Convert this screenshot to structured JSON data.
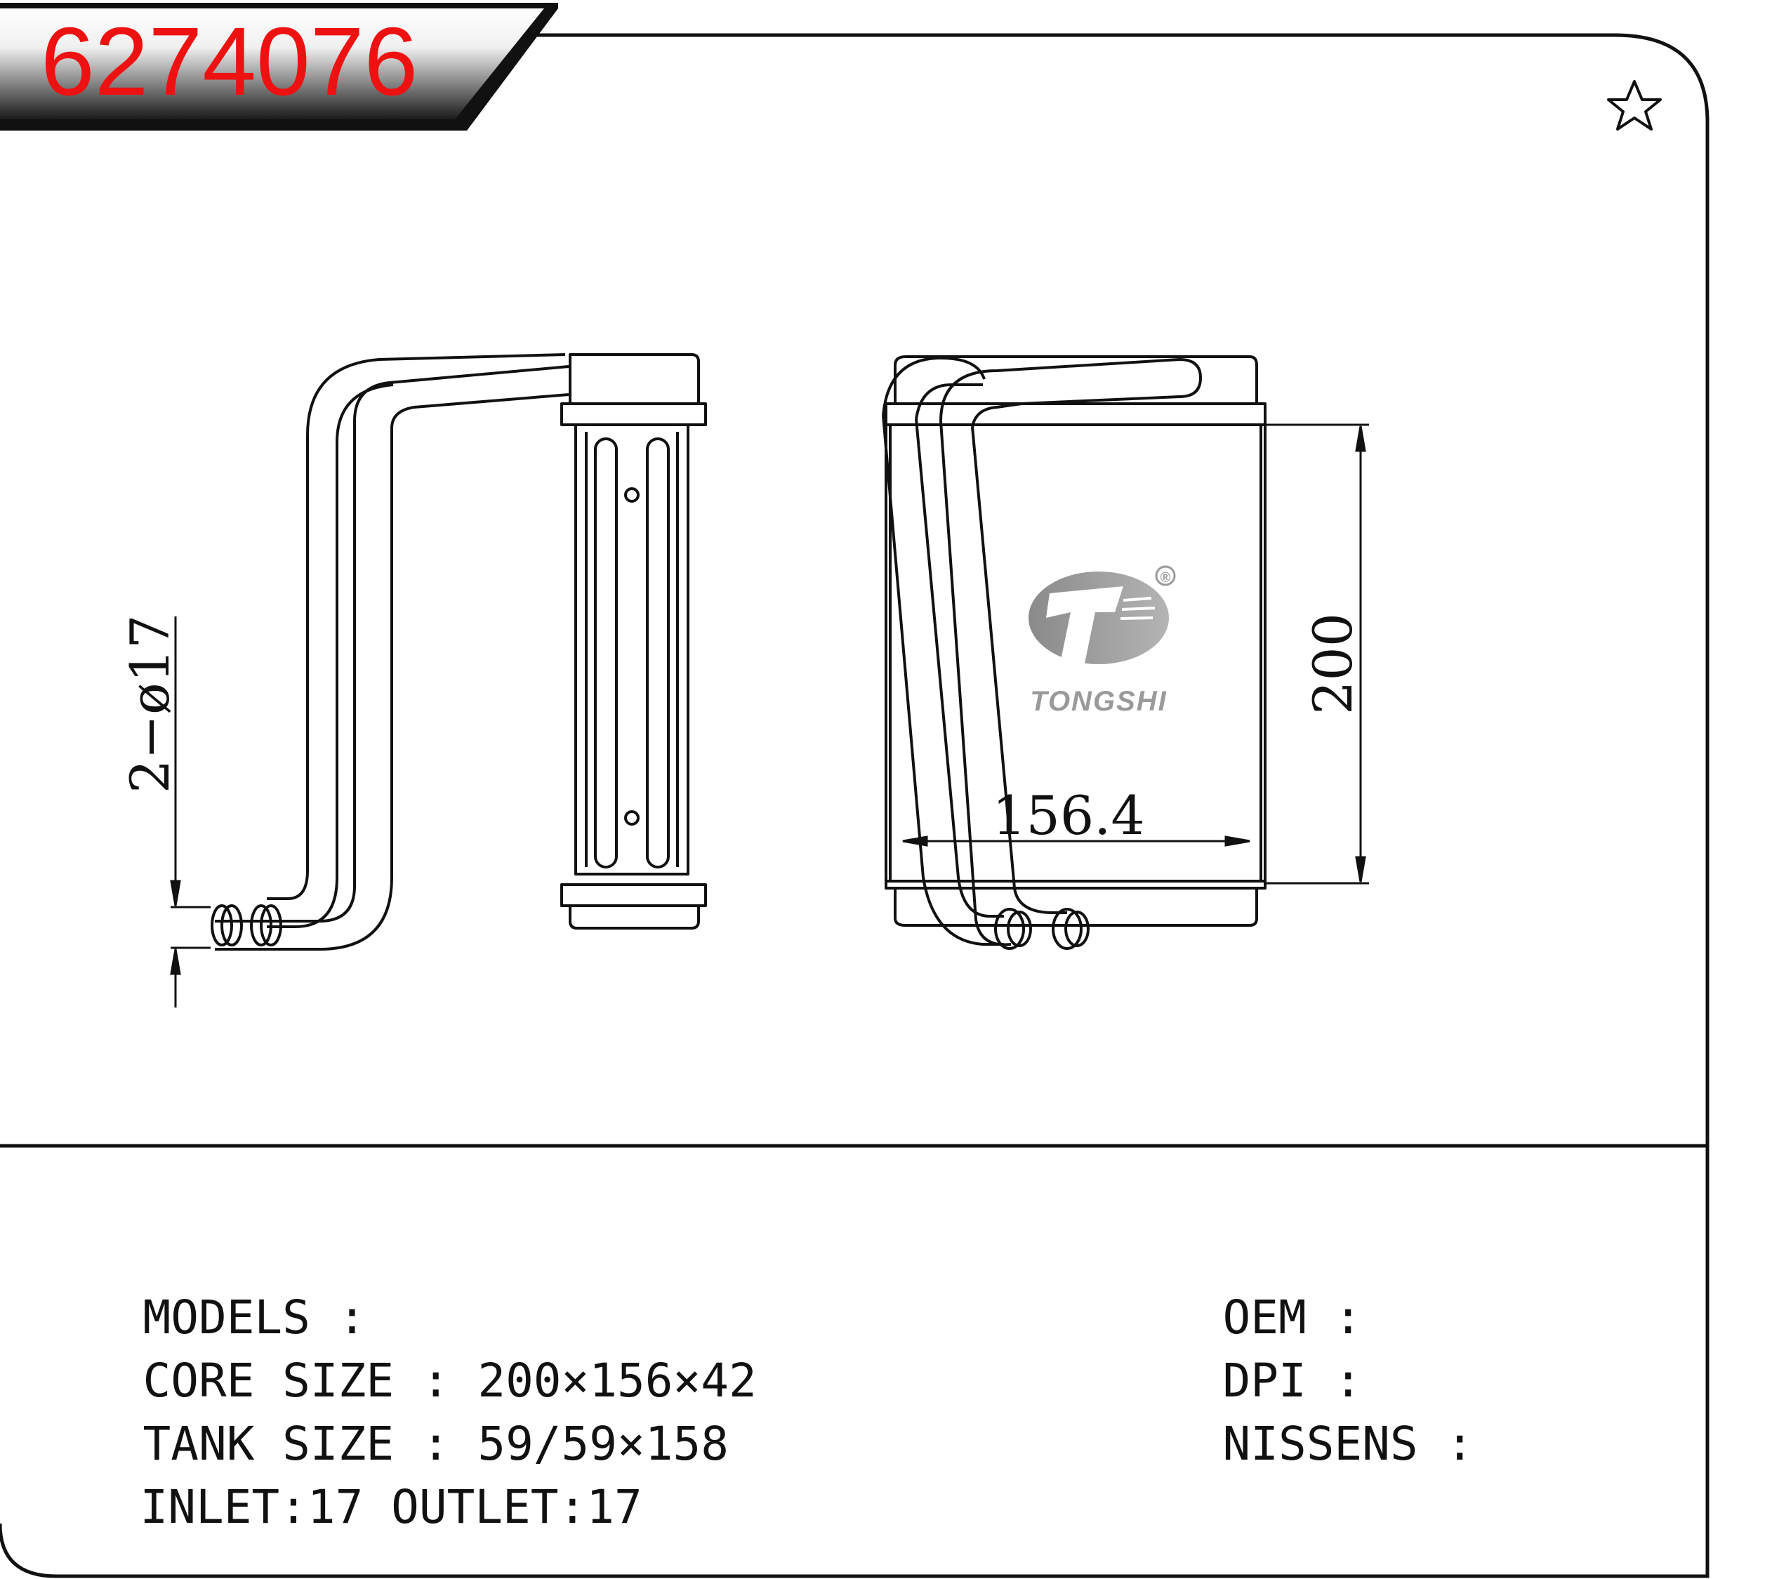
{
  "part_number": "6274076",
  "colors": {
    "part_number": "#ee1111",
    "banner_dark": "#1a1a1a",
    "banner_light": "#ffffff",
    "line": "#111111",
    "logo": "#9a9a9a"
  },
  "icons": {
    "favorite": "star-outline-icon"
  },
  "brand": {
    "name": "TONGSHI",
    "registered": "®"
  },
  "dimensions": {
    "pipe": "2−ø17",
    "width": "156.4",
    "height": "200"
  },
  "specs": {
    "models": {
      "label": "MODELS :",
      "value": ""
    },
    "core_size": {
      "label": "CORE SIZE :",
      "value": "200×156×42"
    },
    "tank_size": {
      "label": "TANK SIZE :",
      "value": "59/59×158"
    },
    "inlet_outlet": {
      "label": "INLET:17 OUTLET:17",
      "value": ""
    },
    "oem": {
      "label": "OEM :",
      "value": ""
    },
    "dpi": {
      "label": "DPI :",
      "value": ""
    },
    "nissens": {
      "label": "NISSENS :",
      "value": ""
    }
  }
}
